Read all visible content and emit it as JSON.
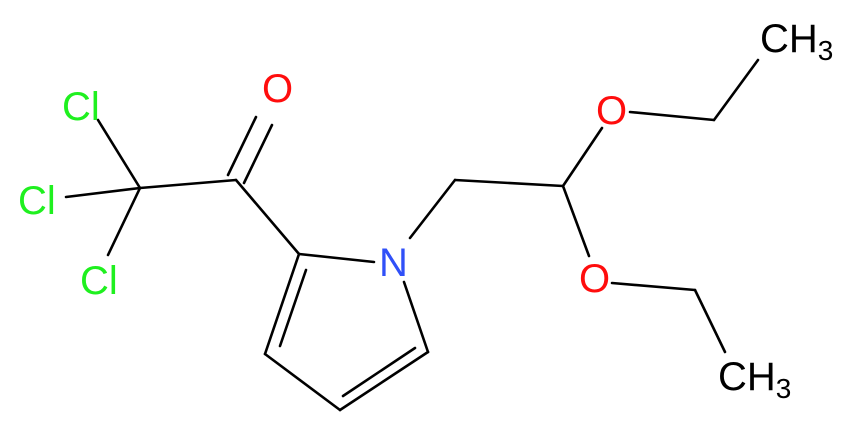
{
  "molecule": {
    "atoms": {
      "o_carbonyl": "O",
      "cl_top": "Cl",
      "cl_mid": "Cl",
      "cl_bottom": "Cl",
      "n_pyrrole": "N",
      "o_ether_top": "O",
      "o_ether_bottom": "O",
      "ch3_top": {
        "main": "CH",
        "sub": "3"
      },
      "ch3_bottom": {
        "main": "CH",
        "sub": "3"
      }
    },
    "colors": {
      "bond": "#000000",
      "carbon_label": "#000000",
      "oxygen": "#ff0d0d",
      "chlorine": "#1ff01f",
      "nitrogen": "#3050f8"
    }
  }
}
